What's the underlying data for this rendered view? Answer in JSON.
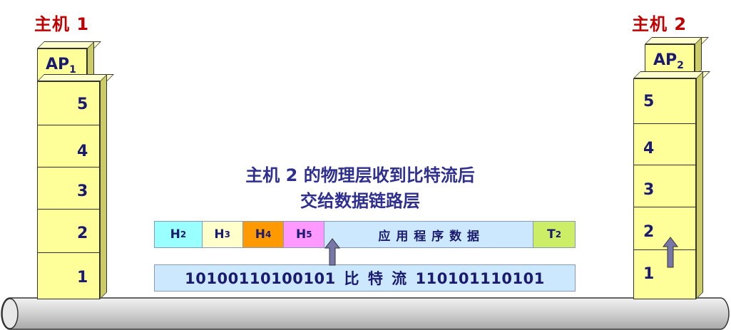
{
  "host1": {
    "label": "主机 1",
    "ap_base": "AP",
    "ap_sub": "1",
    "layers": [
      "5",
      "4",
      "3",
      "2",
      "1"
    ]
  },
  "host2": {
    "label": "主机 2",
    "ap_base": "AP",
    "ap_sub": "2",
    "layers": [
      "5",
      "4",
      "3",
      "2",
      "1"
    ]
  },
  "caption": {
    "line1": "主机 2 的物理层收到比特流后",
    "line2": "交给数据链路层"
  },
  "frame": {
    "segments": [
      {
        "base": "H",
        "sub": "2",
        "color": "#99ffff"
      },
      {
        "base": "H",
        "sub": "3",
        "color": "#ffffcc"
      },
      {
        "base": "H",
        "sub": "4",
        "color": "#ff9900"
      },
      {
        "base": "H",
        "sub": "5",
        "color": "#ff99ff"
      },
      {
        "text": "应 用 程 序 数 据",
        "color": "#cce8ff"
      },
      {
        "base": "T",
        "sub": "2",
        "color": "#ccee66"
      }
    ]
  },
  "bitstream": {
    "text": "10100110100101 比 特 流 110101110101"
  },
  "colors": {
    "host_label": "#c00000",
    "layer_face": "#ffff99",
    "arrow": "#7777aa",
    "cable": "#d9d9d9"
  }
}
